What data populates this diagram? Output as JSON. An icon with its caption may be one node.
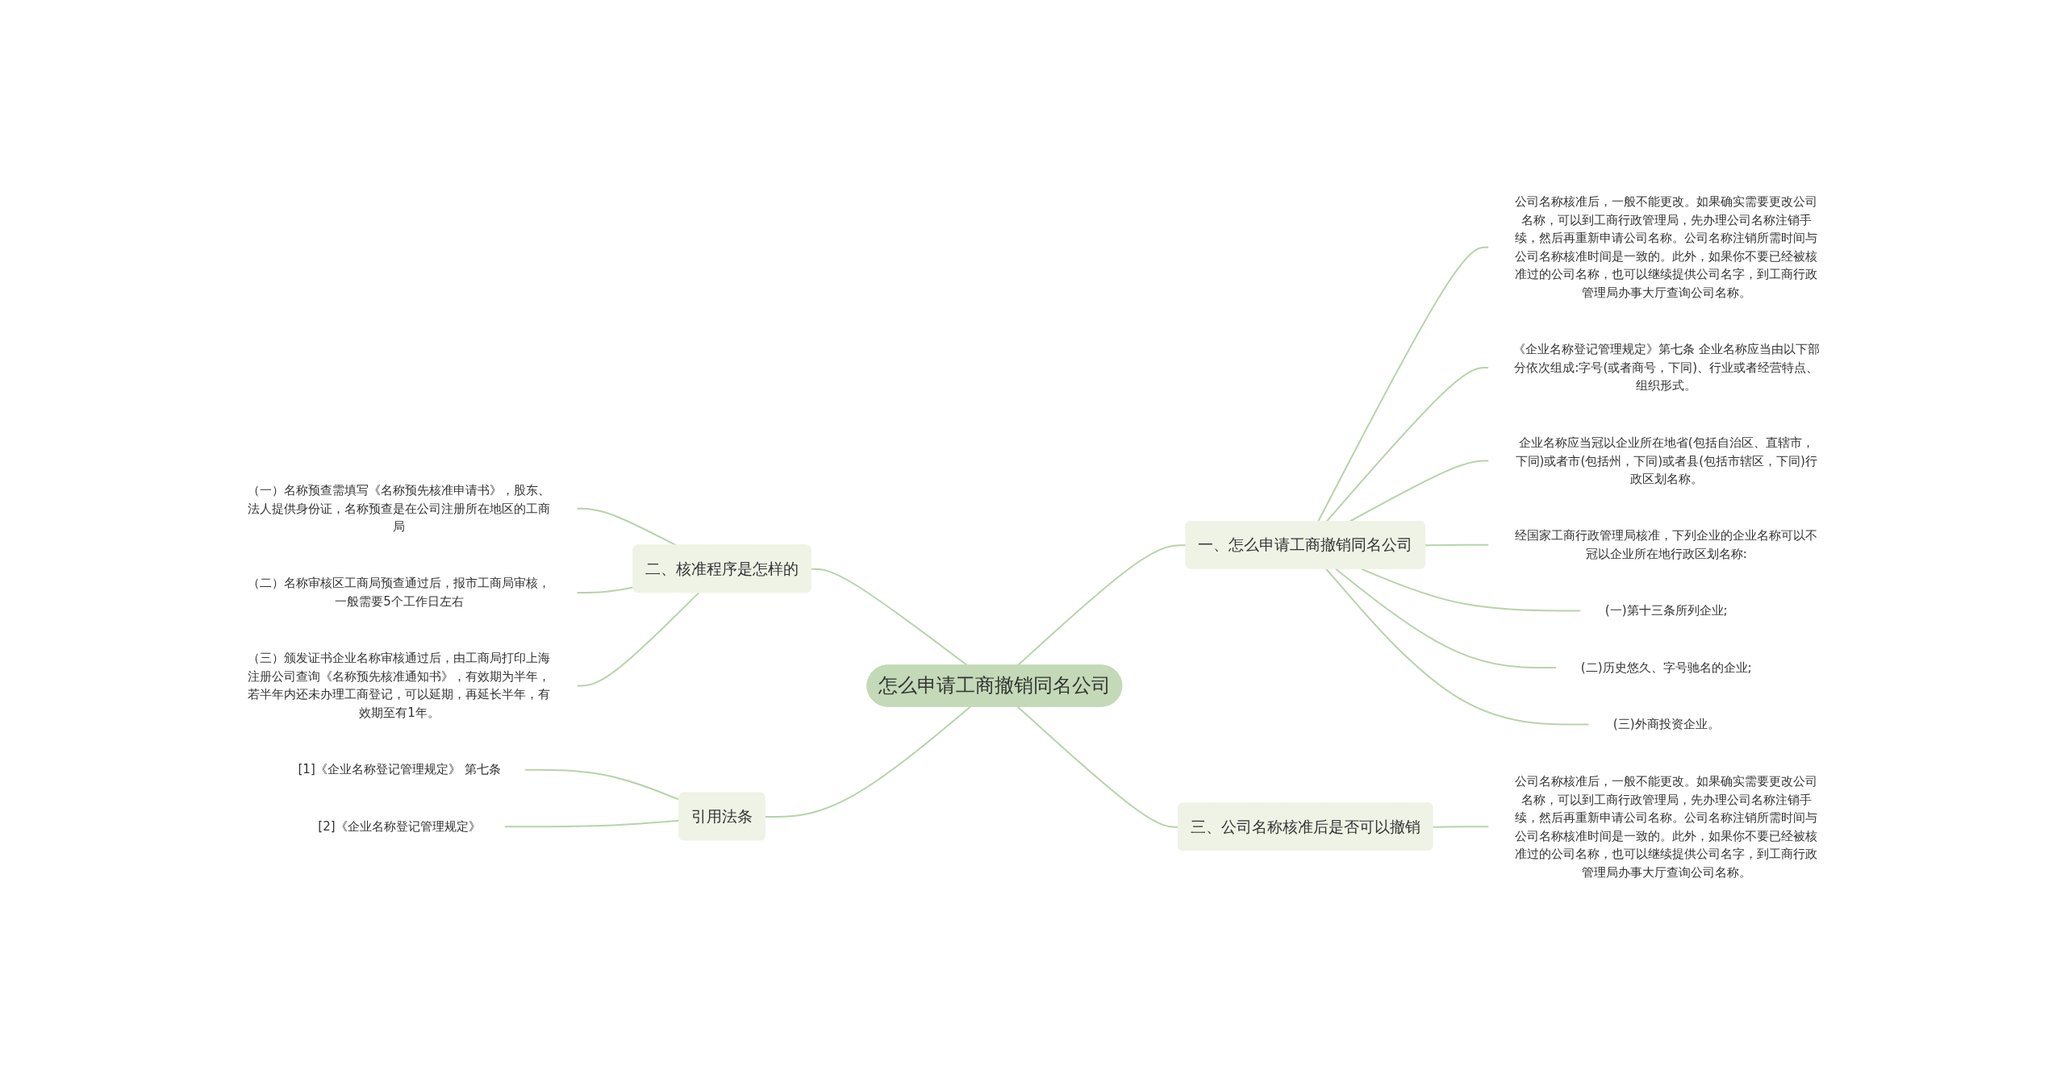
{
  "diagram": {
    "nodes": [
      {
        "text": [
          "怎么申请工商撤销同名公司"
        ]
      },
      {
        "text": [
          "一、怎么申请工商撤销同名公司"
        ]
      },
      {
        "text": [
          "公司名称核准后，一般不能更改。如果确实需要更改公司名称，可以到工商行政管理局，先办理公司名称注销手续，然后再重新申请公司名称。公司名称注销所需时间与公司名称核准时间是一致的。此外，如果你不要已经被核准过的公司名称，也可以继续提供公司名字，到工商行政管理局办事大厅查询公司名称。"
        ]
      },
      {
        "text": [
          "《企业名称登记管理规定》第七条 企业名称应当由以下部分依次组成:字号(或者商号，下同)、行业或者经营特点、组织形式。"
        ]
      },
      {
        "text": [
          "企业名称应当冠以企业所在地省(包括自治区、直辖市，下同)或者市(包括州，下同)或者县(包括市辖区，下同)行政区划名称。"
        ]
      },
      {
        "text": [
          "经国家工商行政管理局核准，下列企业的企业名称可以不冠以企业所在地行政区划名称:"
        ]
      },
      {
        "text": [
          "(一)第十三条所列企业;"
        ]
      },
      {
        "text": [
          "(二)历史悠久、字号驰名的企业;"
        ]
      },
      {
        "text": [
          "(三)外商投资企业。"
        ]
      },
      {
        "text": [
          "二、核准程序是怎样的"
        ]
      },
      {
        "text": [
          "（一）名称预查需填写《名称预先核准申请书》，股东、法人提供身份证，名称预查是在公司注册所在地区的工商局"
        ]
      },
      {
        "text": [
          "（二）名称审核区工商局预查通过后，报市工商局审核，一般需要5个工作日左右"
        ]
      },
      {
        "text": [
          "（三）颁发证书企业名称审核通过后，由工商局打印上海注册公司查询《名称预先核准通知书》，有效期为半年，若半年内还未办理工商登记，可以延期，再延长半年，有效期至有1年。"
        ]
      },
      {
        "text": [
          "三、公司名称核准后是否可以撤销"
        ]
      },
      {
        "text": [
          "公司名称核准后，一般不能更改。如果确实需要更改公司名称，可以到工商行政管理局，先办理公司名称注销手续，然后再重新申请公司名称。公司名称注销所需时间与公司名称核准时间是一致的。此外，如果你不要已经被核准过的公司名称，也可以继续提供公司名字，到工商行政管理局办事大厅查询公司名称。"
        ]
      },
      {
        "text": [
          "引用法条"
        ]
      },
      {
        "text": [
          "[1]《企业名称登记管理规定》 第七条"
        ]
      },
      {
        "text": [
          "[2]《企业名称登记管理规定》"
        ]
      }
    ],
    "edges": [
      {
        "from": 0,
        "to": 1,
        "arrow": "none"
      },
      {
        "from": 1,
        "to": 2,
        "arrow": "none"
      },
      {
        "from": 1,
        "to": 3,
        "arrow": "none"
      },
      {
        "from": 1,
        "to": 4,
        "arrow": "none"
      },
      {
        "from": 1,
        "to": 5,
        "arrow": "none"
      },
      {
        "from": 1,
        "to": 6,
        "arrow": "none"
      },
      {
        "from": 1,
        "to": 7,
        "arrow": "none"
      },
      {
        "from": 1,
        "to": 8,
        "arrow": "none"
      },
      {
        "from": 9,
        "to": 0,
        "arrow": "none"
      },
      {
        "from": 10,
        "to": 9,
        "arrow": "none"
      },
      {
        "from": 11,
        "to": 9,
        "arrow": "none"
      },
      {
        "from": 12,
        "to": 9,
        "arrow": "none"
      },
      {
        "from": 0,
        "to": 13,
        "arrow": "none"
      },
      {
        "from": 13,
        "to": 14,
        "arrow": "none"
      },
      {
        "from": 15,
        "to": 0,
        "arrow": "none"
      },
      {
        "from": 16,
        "to": 15,
        "arrow": "none"
      },
      {
        "from": 17,
        "to": 15,
        "arrow": "none"
      }
    ]
  }
}
